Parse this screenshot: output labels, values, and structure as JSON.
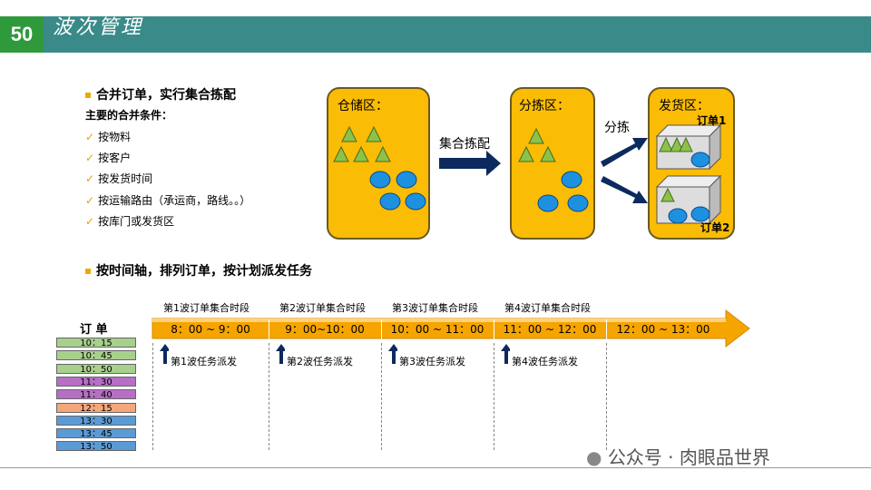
{
  "header": {
    "page_number": "50",
    "title": "波次管理"
  },
  "section1": {
    "heading": "合并订单，实行集合拣配",
    "subheading": "主要的合并条件：",
    "criteria": [
      "按物料",
      "按客户",
      "按发货时间",
      "按运输路由（承运商，路线。。）",
      "按库门或发货区"
    ]
  },
  "flow": {
    "warehouse_label": "仓储区：",
    "consolidate_label": "集合拣配",
    "sorting_label": "分拣区：",
    "sort_label": "分拣",
    "shipping_label": "发货区：",
    "order1_label": "订单1",
    "order2_label": "订单2"
  },
  "section2": {
    "heading": "按时间轴，排列订单，按计划派发任务"
  },
  "timeline": {
    "orders_heading": "订 单",
    "orders": [
      {
        "time": "10：15",
        "color": "#a8d08d"
      },
      {
        "time": "10：45",
        "color": "#a8d08d"
      },
      {
        "time": "10：50",
        "color": "#a8d08d"
      },
      {
        "time": "11：30",
        "color": "#b66fc5"
      },
      {
        "time": "11：40",
        "color": "#b66fc5"
      },
      {
        "time": "12：15",
        "color": "#f4a77a"
      },
      {
        "time": "13：30",
        "color": "#5b9bd5"
      },
      {
        "time": "13：45",
        "color": "#5b9bd5"
      },
      {
        "time": "13：50",
        "color": "#5b9bd5"
      }
    ],
    "waves": [
      "第1波订单集合时段",
      "第2波订单集合时段",
      "第3波订单集合时段",
      "第4波订单集合时段"
    ],
    "slots": [
      "8：00 ~ 9：00",
      "9：00~10：00",
      "10：00 ~ 11：00",
      "11：00 ~ 12：00",
      "12：00 ~ 13：00"
    ],
    "dispatches": [
      "第1波任务派发",
      "第2波任务派发",
      "第3波任务派发",
      "第4波任务派发"
    ]
  },
  "watermark": "公众号 · 肉眼品世界",
  "colors": {
    "header": "#3a8a8a",
    "page_badge": "#2e9a3c",
    "zone": "#fbbc05",
    "arrow": "#0d2a5e",
    "timeline_bar": "#f6a400"
  }
}
